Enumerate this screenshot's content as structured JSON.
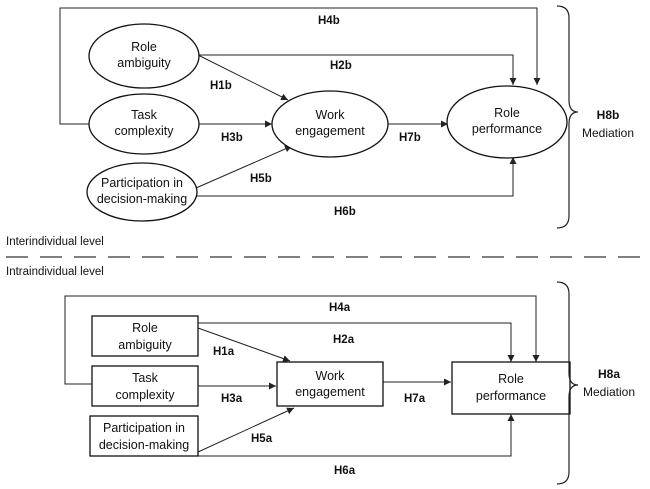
{
  "between": {
    "nodes": {
      "role_ambiguity": [
        "Role",
        "ambiguity"
      ],
      "task_complexity": [
        "Task",
        "complexity"
      ],
      "participation": [
        "Participation in",
        "decision-making"
      ],
      "work_engagement": [
        "Work",
        "engagement"
      ],
      "role_performance": [
        "Role",
        "performance"
      ]
    },
    "hypotheses": {
      "h1": "H1b",
      "h2": "H2b",
      "h3": "H3b",
      "h4": "H4b",
      "h5": "H5b",
      "h6": "H6b",
      "h7": "H7b"
    },
    "mediation_code": "H8b",
    "mediation_label": "Mediation"
  },
  "within": {
    "nodes": {
      "role_ambiguity": [
        "Role",
        "ambiguity"
      ],
      "task_complexity": [
        "Task",
        "complexity"
      ],
      "participation": [
        "Participation in",
        "decision-making"
      ],
      "work_engagement": [
        "Work",
        "engagement"
      ],
      "role_performance": [
        "Role",
        "performance"
      ]
    },
    "hypotheses": {
      "h1": "H1a",
      "h2": "H2a",
      "h3": "H3a",
      "h4": "H4a",
      "h5": "H5a",
      "h6": "H6a",
      "h7": "H7a"
    },
    "mediation_code": "H8a",
    "mediation_label": "Mediation"
  },
  "levels": {
    "interindividual": "Interindividual level",
    "intraindividual": "Intraindividual level"
  }
}
